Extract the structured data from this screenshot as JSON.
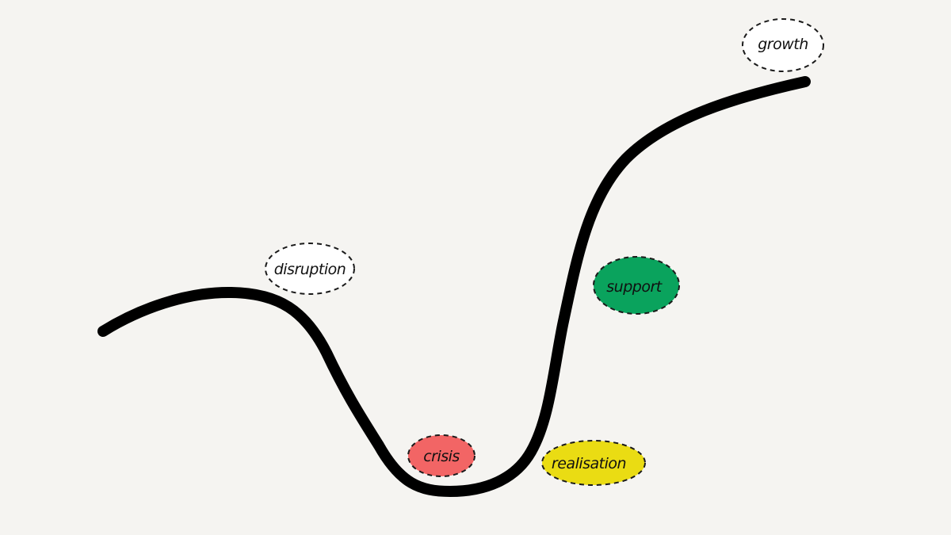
{
  "colors": {
    "background": "#f5f4f1",
    "curve": "#000000",
    "outline": "#1a1a1a",
    "crisis": "#f26565",
    "realisation": "#eadc13",
    "support": "#0aa35d",
    "neutral": "#ffffff"
  },
  "labels": {
    "disruption": "disruption",
    "crisis": "crisis",
    "realisation": "realisation",
    "support": "support",
    "growth": "growth"
  }
}
